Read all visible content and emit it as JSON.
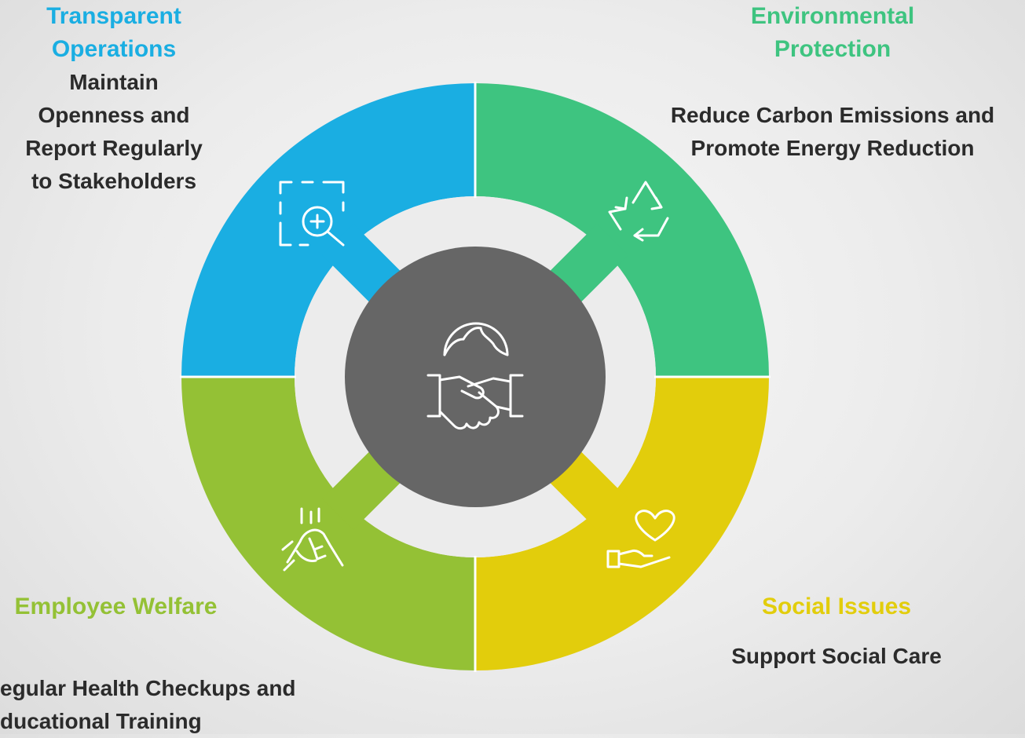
{
  "segments": {
    "transparent": {
      "title_line1": "Transparent",
      "title_line2": "Operations",
      "desc_line1": "Maintain",
      "desc_line2": "Openness and",
      "desc_line3": "Report Regularly",
      "desc_line4": "to Stakeholders",
      "color": "#1aaee2",
      "icon": "magnify-plus-icon"
    },
    "environmental": {
      "title_line1": "Environmental",
      "title_line2": "Protection",
      "desc_line1": "Reduce Carbon Emissions and",
      "desc_line2": "Promote Energy Reduction",
      "color": "#3ec480",
      "icon": "recycle-icon"
    },
    "employee": {
      "title": "Employee Welfare",
      "desc_line1": "egular Health Checkups and",
      "desc_line2": "ducational Training",
      "color": "#94c135",
      "icon": "helping-hands-icon"
    },
    "social": {
      "title": "Social Issues",
      "desc": "Support Social Care",
      "color": "#e2cd0c",
      "icon": "heart-hand-icon"
    }
  },
  "center": {
    "color": "#666666",
    "icon": "globe-handshake-icon"
  }
}
